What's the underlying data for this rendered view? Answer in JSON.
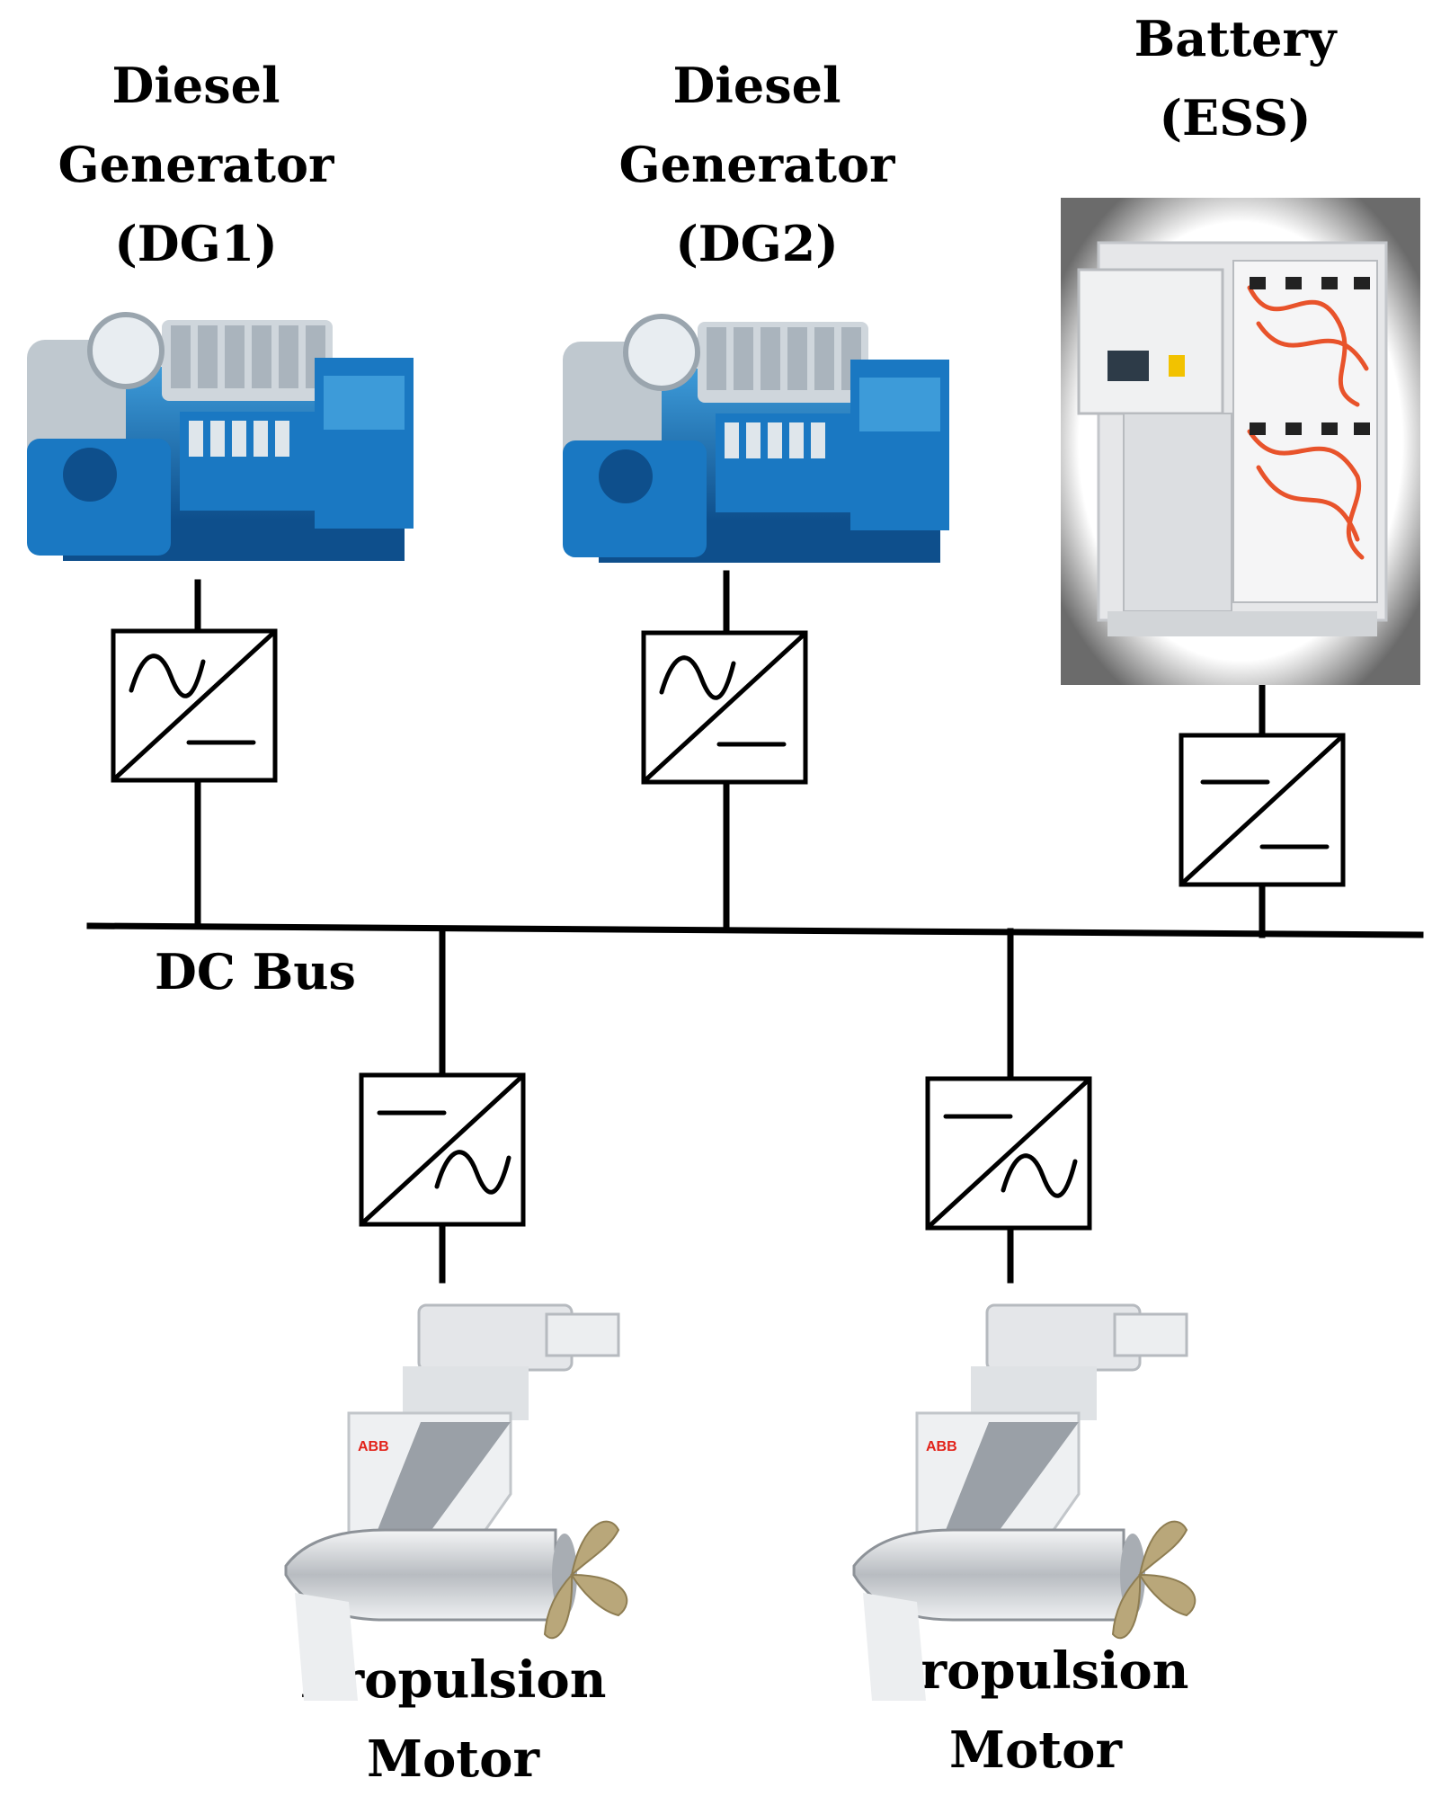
{
  "labels": {
    "dg1": [
      "Diesel",
      "Generator",
      "(DG1)"
    ],
    "dg2": [
      "Diesel",
      "Generator",
      "(DG2)"
    ],
    "battery": [
      "Battery",
      "(ESS)"
    ],
    "dc_bus": "DC Bus",
    "motor_left": [
      "Propulsion",
      "Motor"
    ],
    "motor_right": [
      "Propulsion",
      "Motor"
    ],
    "abb_logo": "ABB"
  },
  "colors": {
    "engine_blue": "#1a78c2",
    "engine_dark": "#0e4f8c",
    "engine_light": "#3d9bd9",
    "battery_bg": "#e6e7e9",
    "cable_orange": "#e8532b",
    "pod_silver": "#c9ccd0",
    "propeller_gold": "#b9a77a",
    "abb_red": "#e2231a"
  },
  "icons": {
    "generator": "diesel-engine-icon",
    "battery": "battery-cabinet-icon",
    "motor": "azipod-thruster-icon",
    "converter_ac_dc": "ac-dc-converter-symbol",
    "converter_dc_dc": "dc-dc-converter-symbol",
    "converter_dc_ac": "dc-ac-converter-symbol"
  }
}
